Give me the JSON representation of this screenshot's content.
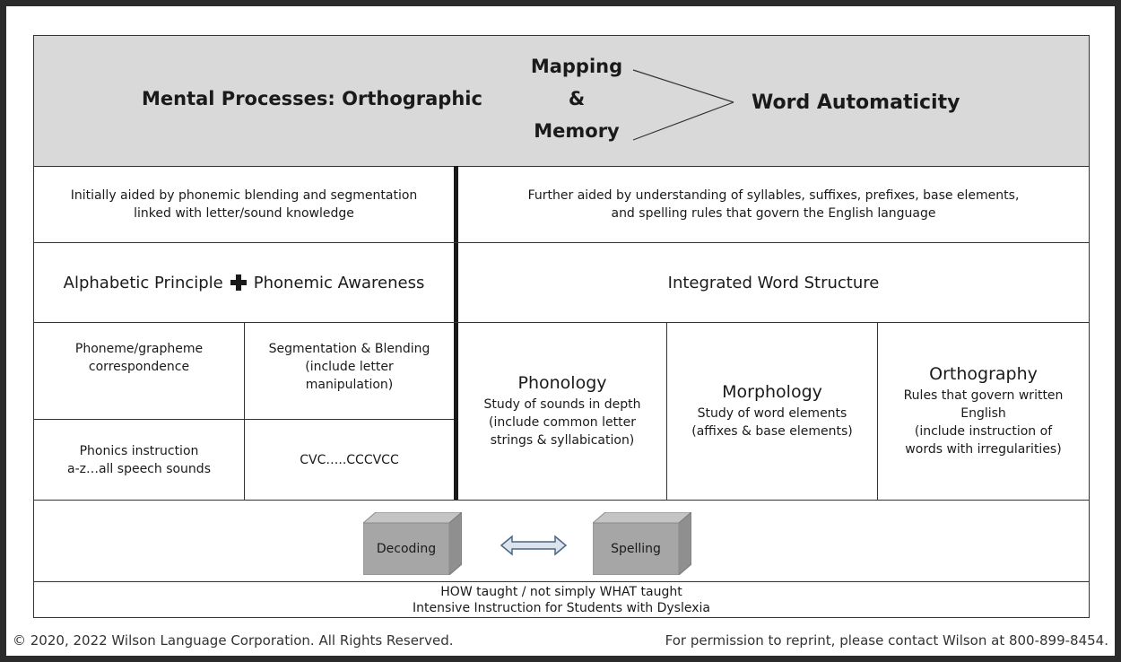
{
  "header": {
    "left_title": "Mental Processes: Orthographic",
    "mapping_line1": "Mapping",
    "mapping_line2": "&",
    "mapping_line3": "Memory",
    "right_title": "Word Automaticity"
  },
  "row_aided": {
    "left": [
      "Initially aided by phonemic blending and segmentation",
      "linked with letter/sound knowledge"
    ],
    "right": [
      "Further aided by understanding of syllables, suffixes, prefixes, base elements,",
      "and spelling rules that govern the English language"
    ]
  },
  "row_principles": {
    "left_a": "Alphabetic Principle",
    "left_b": "Phonemic Awareness",
    "right": "Integrated Word Structure"
  },
  "left_grid": {
    "r1c1": [
      "Phoneme/grapheme",
      "correspondence"
    ],
    "r1c2": [
      "Segmentation & Blending",
      "(include letter",
      "manipulation)"
    ],
    "r2c1": [
      "Phonics instruction",
      "a-z…all speech sounds"
    ],
    "r2c2": "CVC…..CCCVCC"
  },
  "right_columns": [
    {
      "title": "Phonology",
      "lines": [
        "Study of sounds in depth",
        "(include common letter",
        "strings & syllabication)"
      ]
    },
    {
      "title": "Morphology",
      "lines": [
        "Study of word elements",
        "(affixes & base elements)"
      ]
    },
    {
      "title": "Orthography",
      "lines": [
        "Rules that govern written",
        "English",
        "(include instruction of",
        "words with irregularities)"
      ]
    }
  ],
  "blocks": {
    "decoding": "Decoding",
    "spelling": "Spelling"
  },
  "bottom_note": [
    "HOW taught / not simply WHAT taught",
    "Intensive Instruction for Students with Dyslexia"
  ],
  "footer": {
    "copyright": "© 2020, 2022 Wilson Language Corporation. All Rights Reserved.",
    "permission": "For permission to reprint, please contact Wilson at 800-899-8454."
  },
  "colors": {
    "header_bg": "#d9d9d9",
    "block_fill": "#a6a6a6",
    "arrow_fill": "#dde3ea",
    "arrow_stroke": "#4a6687"
  }
}
